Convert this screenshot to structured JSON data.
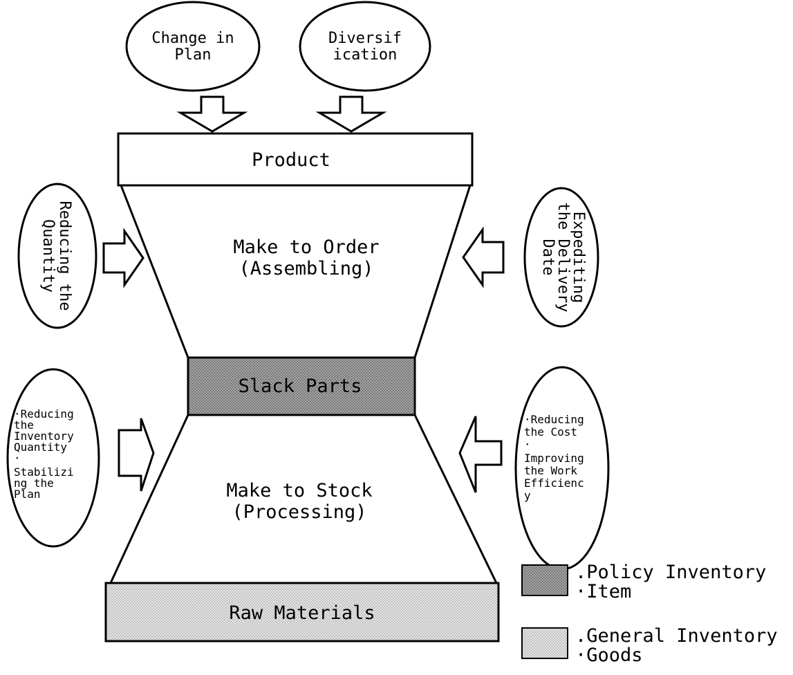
{
  "blocks": {
    "product": "Product",
    "make_to_order": [
      "Make to Order",
      "(Assembling)"
    ],
    "slack_parts": "Slack Parts",
    "make_to_stock": [
      "Make to Stock",
      "(Processing)"
    ],
    "raw_materials": "Raw Materials"
  },
  "top_ovals": [
    [
      "Change in",
      "Plan"
    ],
    [
      "Diversif",
      "ication"
    ]
  ],
  "left_upper_oval": [
    "Reducing the",
    "Quantity"
  ],
  "right_upper_oval": [
    "Expediting",
    "the Delivery",
    "Date"
  ],
  "left_lower_oval": [
    "·Reducing",
    "the",
    "Inventory",
    "Quantity",
    "·",
    "Stabilizi",
    "ng the",
    "Plan"
  ],
  "right_lower_oval": [
    "·Reducing",
    "the Cost",
    "·",
    "Improving",
    "the Work",
    "Efficienc",
    "y"
  ],
  "legend": {
    "policy": [
      ".Policy Inventory",
      "·Item"
    ],
    "general": [
      ".General Inventory",
      "·Goods"
    ]
  },
  "colors": {
    "policy_fill": "#8a8a8a",
    "general_fill": "#d4d4d4",
    "stroke": "#000000"
  }
}
